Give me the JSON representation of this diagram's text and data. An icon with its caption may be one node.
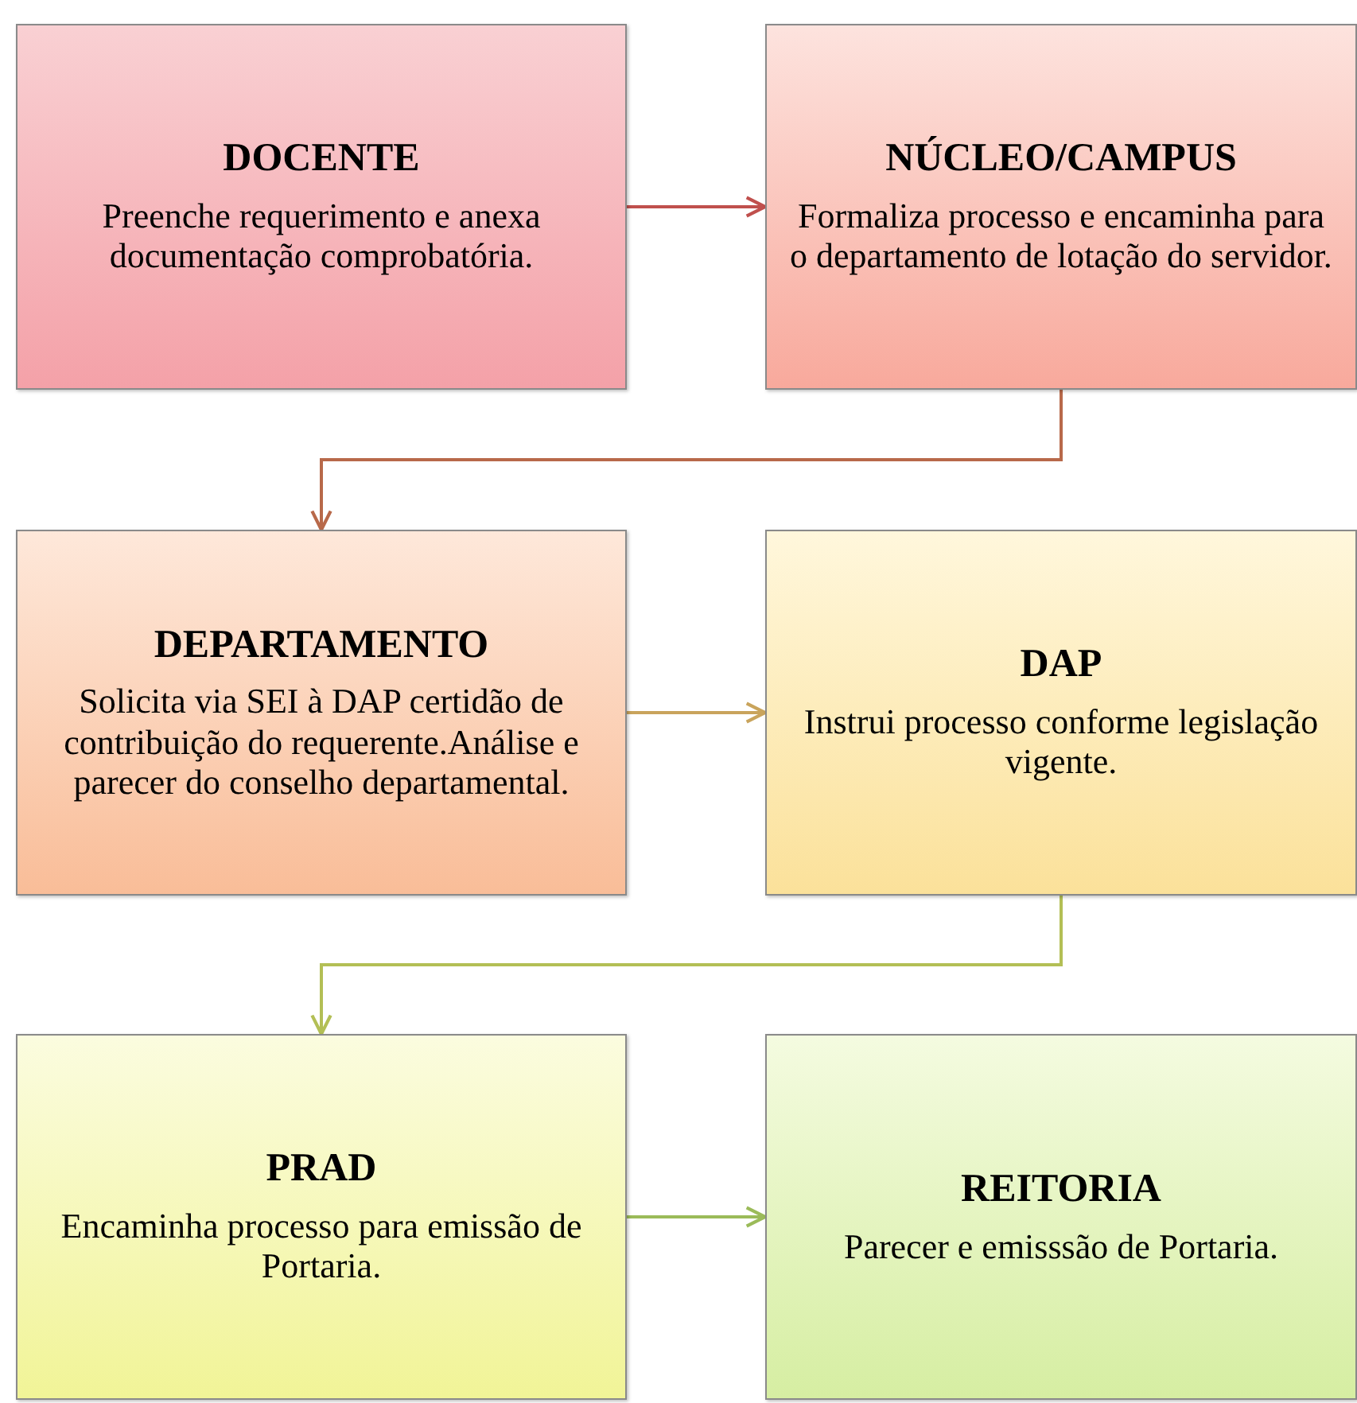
{
  "diagram": {
    "nodes": [
      {
        "text": [
          "DOCENTE",
          "Preenche requerimento e anexa documentação comprobatória."
        ]
      },
      {
        "text": [
          "NÚCLEO/CAMPUS",
          "Formaliza processo e encaminha para o departamento de lotação do servidor."
        ]
      },
      {
        "text": [
          "DEPARTAMENTO",
          "Solicita via SEI à DAP certidão de contribuição do requerente.Análise e parecer do conselho departamental."
        ]
      },
      {
        "text": [
          "DAP",
          "Instrui processo conforme legislação vigente."
        ]
      },
      {
        "text": [
          "PRAD",
          "Encaminha processo para emissão de Portaria."
        ]
      },
      {
        "text": [
          "REITORIA",
          "Parecer e emisssão de Portaria."
        ]
      }
    ],
    "edges": [
      {
        "from": 0,
        "to": 1,
        "arrow": "to",
        "color": "#c0504d"
      },
      {
        "from": 1,
        "to": 2,
        "arrow": "to",
        "color": "#b8694a"
      },
      {
        "from": 2,
        "to": 3,
        "arrow": "to",
        "color": "#c9a45c"
      },
      {
        "from": 3,
        "to": 4,
        "arrow": "to",
        "color": "#b3bf55"
      },
      {
        "from": 4,
        "to": 5,
        "arrow": "to",
        "color": "#9bbb59"
      }
    ]
  }
}
